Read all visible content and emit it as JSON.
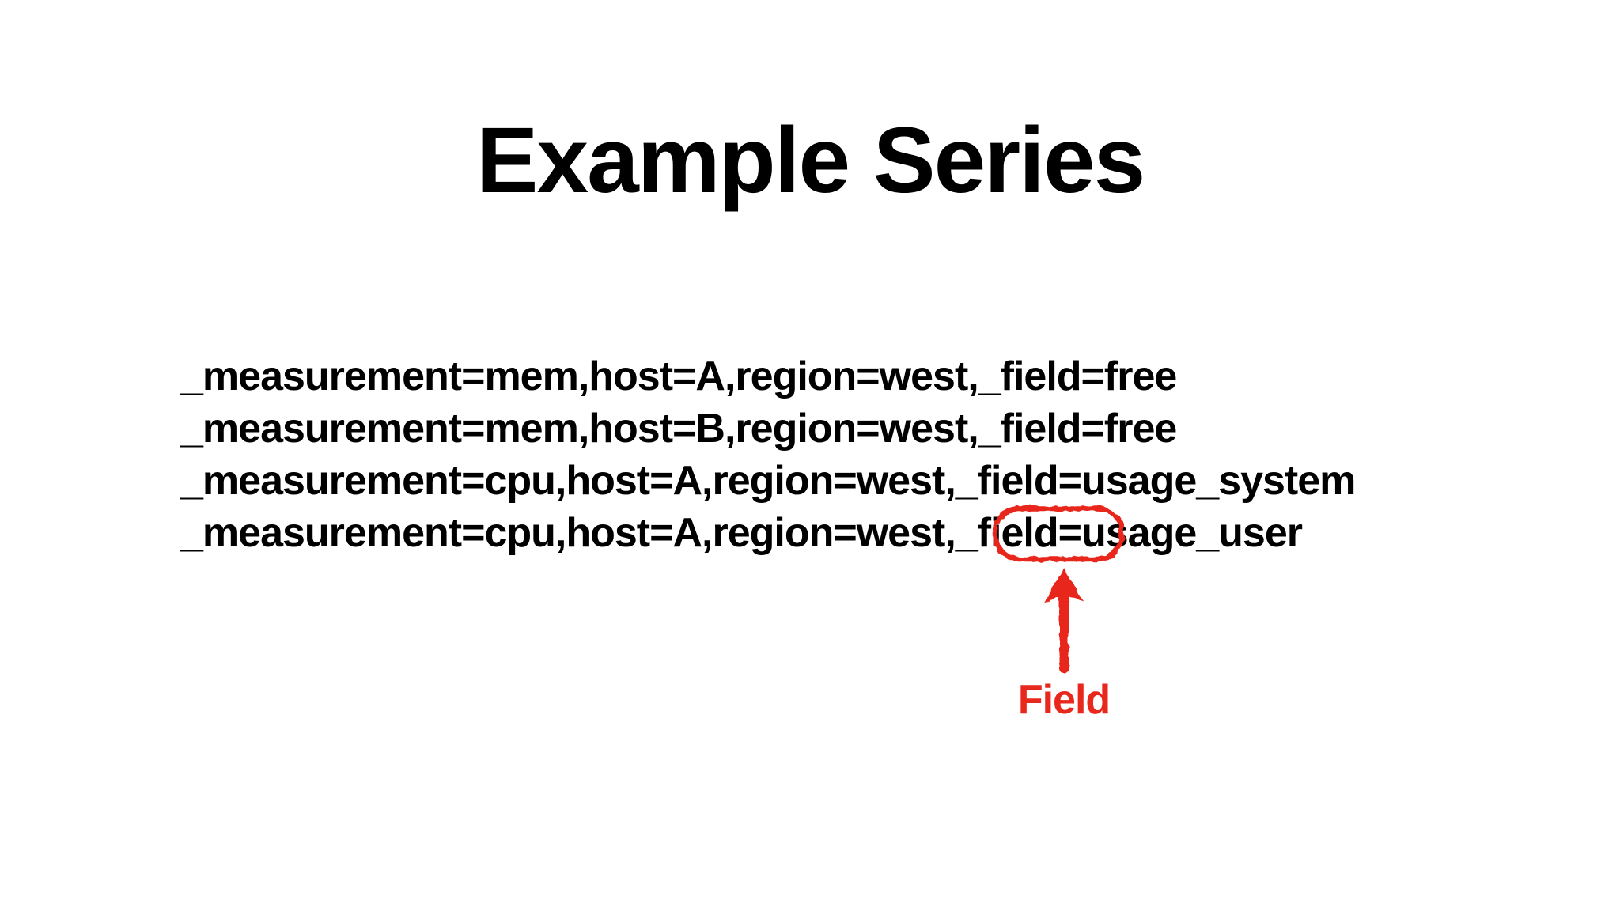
{
  "slide": {
    "title": "Example Series",
    "series_lines": [
      "_measurement=mem,host=A,region=west,_field=free",
      "_measurement=mem,host=B,region=west,_field=free",
      "_measurement=cpu,host=A,region=west,_field=usage_system",
      "_measurement=cpu,host=A,region=west,_field=usage_user"
    ],
    "annotation": {
      "label": "Field",
      "highlighted_token": "_field",
      "highlighted_line_index": 3,
      "shape": "rounded-box-with-up-arrow"
    },
    "colors": {
      "background": "#ffffff",
      "text": "#000000",
      "annotation_red": "#e8281c"
    }
  }
}
